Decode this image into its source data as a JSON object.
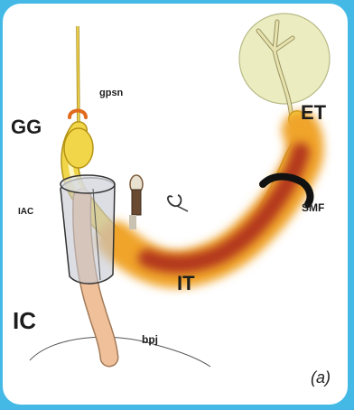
{
  "labels": {
    "gpsn": "gpsn",
    "gg": "GG",
    "et": "ET",
    "iac": "IAC",
    "smf": "SMF",
    "it": "IT",
    "ic": "IC",
    "bpj": "bpj"
  },
  "panel_letter": "(a)",
  "colors": {
    "background": "#44b9e6",
    "card": "#ffffff",
    "nerve_yellow": "#f2d64a",
    "nerve_outline": "#b59414",
    "inflamed_core": "#b3391a",
    "inflamed_edge": "#f0a42a",
    "ganglion_circle": "#ebedc0",
    "canal_pink": "#efc09a",
    "ligature_orange": "#e06a1e",
    "smf_band": "#111111"
  }
}
